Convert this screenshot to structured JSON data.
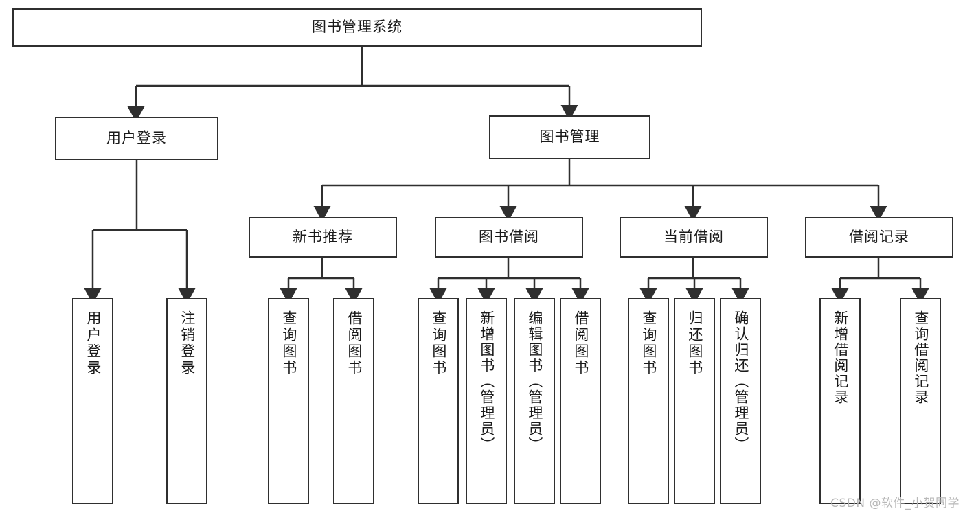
{
  "diagram": {
    "type": "tree",
    "title": "图书管理系统",
    "root": {
      "label": "图书管理系统"
    },
    "level2": [
      {
        "label": "用户登录"
      },
      {
        "label": "图书管理"
      }
    ],
    "level3": [
      {
        "label": "新书推荐"
      },
      {
        "label": "图书借阅"
      },
      {
        "label": "当前借阅"
      },
      {
        "label": "借阅记录"
      }
    ],
    "leaves": {
      "user_login": [
        {
          "label": "用户登录"
        },
        {
          "label": "注销登录"
        }
      ],
      "new_book_recommend": [
        {
          "label": "查询图书"
        },
        {
          "label": "借阅图书"
        }
      ],
      "book_borrow": [
        {
          "label": "查询图书"
        },
        {
          "label": "新增图书（管理员）"
        },
        {
          "label": "编辑图书（管理员）"
        },
        {
          "label": "借阅图书"
        }
      ],
      "current_borrow": [
        {
          "label": "查询图书"
        },
        {
          "label": "归还图书"
        },
        {
          "label": "确认归还（管理员）"
        }
      ],
      "borrow_record": [
        {
          "label": "新增借阅记录"
        },
        {
          "label": "查询借阅记录"
        }
      ]
    },
    "watermark": "CSDN @软件_小贺同学",
    "colors": {
      "stroke": "#2f2f2f",
      "fill": "#ffffff",
      "text": "#1a1a1a",
      "watermark": "#b8b8b8"
    }
  }
}
